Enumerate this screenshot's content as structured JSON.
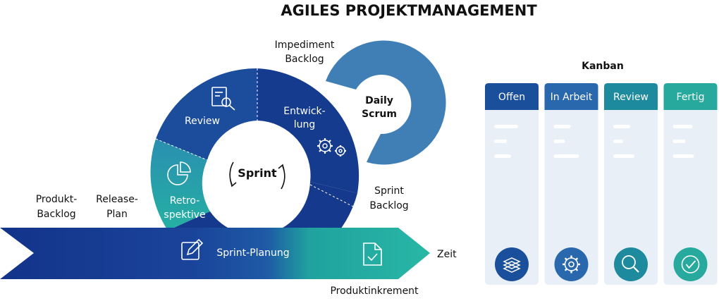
{
  "title": "AGILES PROJEKTMANAGEMENT",
  "scrum": {
    "sprint": "Sprint",
    "review": "Review",
    "entwicklung": [
      "Entwick-",
      "lung"
    ],
    "retrospektive": [
      "Retro-",
      "spektive"
    ],
    "sprint_planung": "Sprint-Planung",
    "daily_scrum": [
      "Daily",
      "Scrum"
    ],
    "impediment_backlog": [
      "Impediment",
      "Backlog"
    ],
    "sprint_backlog": [
      "Sprint",
      "Backlog"
    ],
    "produkt_backlog": [
      "Produkt-",
      "Backlog"
    ],
    "release_plan": [
      "Release-",
      "Plan"
    ],
    "zeit": "Zeit",
    "produktinkrement": "Produktinkrement"
  },
  "kanban": {
    "title": "Kanban",
    "columns": [
      {
        "label": "Offen",
        "color": "#1a4f9c",
        "icon": "stack-icon"
      },
      {
        "label": "In Arbeit",
        "color": "#2a68ad",
        "icon": "gear-icon"
      },
      {
        "label": "Review",
        "color": "#1e8a9e",
        "icon": "search-icon"
      },
      {
        "label": "Fertig",
        "color": "#27a99d",
        "icon": "check-icon"
      }
    ]
  },
  "colors": {
    "dark_blue": "#153b8e",
    "mid_blue": "#2257a6",
    "teal": "#24a99f",
    "daily_blue": "#3f7fb6",
    "card_bg": "#e9eff7"
  }
}
